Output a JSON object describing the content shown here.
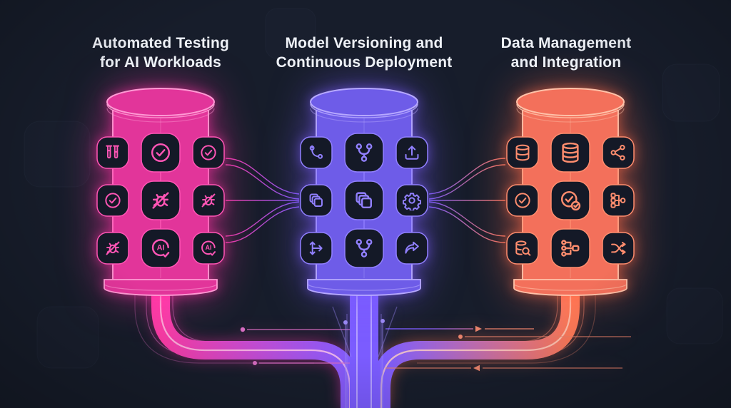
{
  "background": {
    "color": "#171d2b"
  },
  "flow": {
    "pink": "#ff3da8",
    "purple": "#7b5cff",
    "coral": "#ff7a58",
    "pink_mid": "#d66cc0",
    "coral_mid": "#e8826b",
    "purple_mid": "#9b89f2"
  },
  "cylinders": [
    {
      "id": "automated-testing",
      "title": "Automated Testing\nfor AI Workloads",
      "colors": {
        "body": "#e2359a",
        "edge": "#ff9ad4",
        "accent": "#ff55b5",
        "glow": "rgba(255,47,163,0.5)"
      },
      "icon_grid": [
        [
          "test-tubes",
          "check-circle",
          "check-circle"
        ],
        [
          "check-circle",
          "bug-crossed",
          "bug-crossed"
        ],
        [
          "bug-crossed",
          "ai-check",
          "ai-check"
        ]
      ]
    },
    {
      "id": "model-versioning",
      "title": "Model Versioning and\nContinuous Deployment",
      "colors": {
        "body": "#6e5ce8",
        "edge": "#b7a9ff",
        "accent": "#9180ff",
        "glow": "rgba(124,92,255,0.5)"
      },
      "icon_grid": [
        [
          "git-commit",
          "git-branch",
          "upload"
        ],
        [
          "layers",
          "layers",
          "gear"
        ],
        [
          "move-arrows",
          "git-branch",
          "share-arrow"
        ]
      ]
    },
    {
      "id": "data-management",
      "title": "Data Management\nand Integration",
      "colors": {
        "body": "#f3705b",
        "edge": "#ffc2a9",
        "accent": "#ff8d6e",
        "glow": "rgba(255,106,72,0.5)"
      },
      "icon_grid": [
        [
          "database",
          "database-multi",
          "share-nodes"
        ],
        [
          "check-circle",
          "check-badge",
          "tree-nodes"
        ],
        [
          "database-search",
          "circuit-nodes",
          "shuffle"
        ]
      ]
    }
  ]
}
